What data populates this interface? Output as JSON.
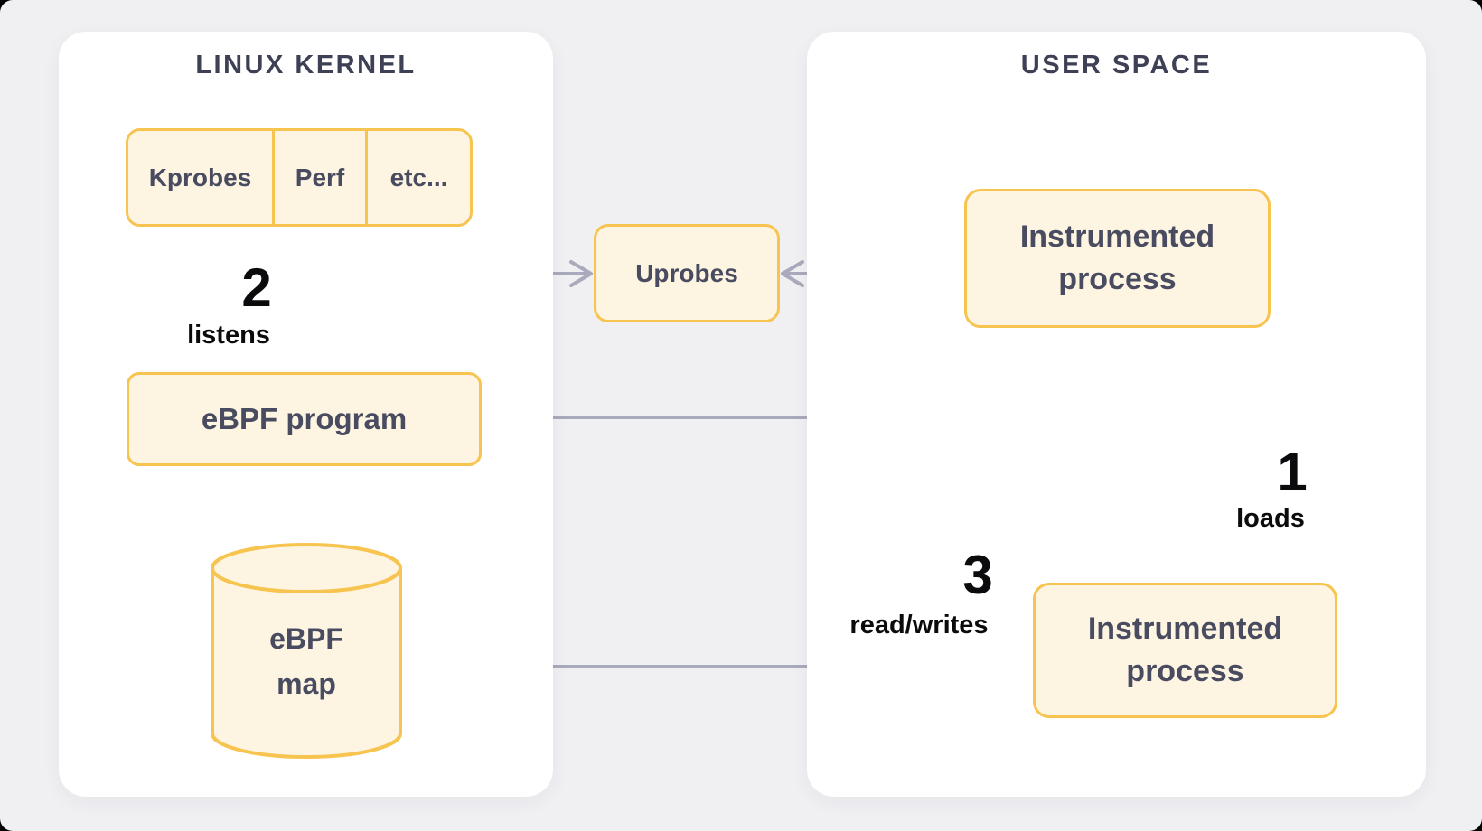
{
  "colors": {
    "surface": "#f0f0f3",
    "panel": "#ffffff",
    "box_fill": "#fdf4e1",
    "box_border": "#f7c44f",
    "arrow": "#a9aabb",
    "heading_text": "#3e4155",
    "box_text": "#494c61",
    "step_text": "#0b0b0d"
  },
  "kernel_panel": {
    "title": "LINUX KERNEL",
    "probes": [
      {
        "label": "Kprobes"
      },
      {
        "label": "Perf"
      },
      {
        "label": "etc..."
      }
    ],
    "program": "eBPF program",
    "map_line1": "eBPF",
    "map_line2": "map"
  },
  "user_panel": {
    "title": "USER SPACE",
    "process_top": "Instrumented process",
    "process_bottom": "Instrumented process"
  },
  "bridge": {
    "uprobes": "Uprobes"
  },
  "steps": {
    "loads": {
      "number": "1",
      "label": "loads"
    },
    "listens": {
      "number": "2",
      "label": "listens"
    },
    "readwrites": {
      "number": "3",
      "label": "read/writes"
    }
  }
}
